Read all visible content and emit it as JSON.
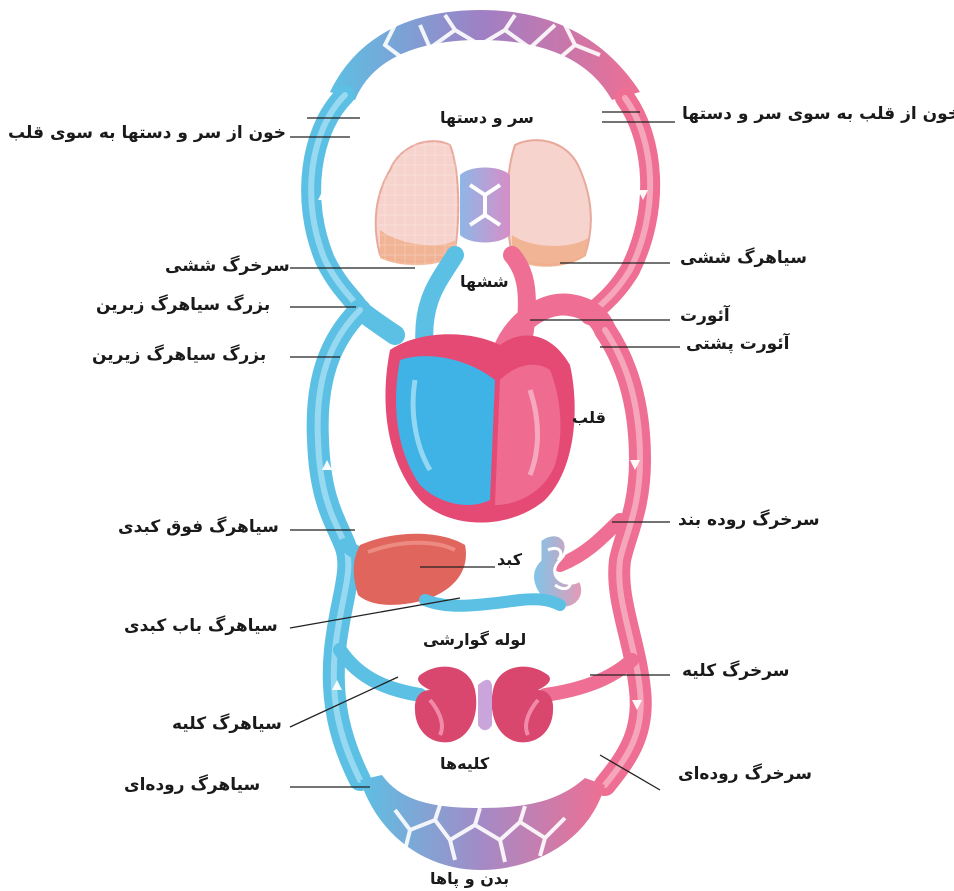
{
  "diagram": {
    "colors": {
      "venous": "#5cc0e4",
      "venous_light": "#9adaf2",
      "arterial": "#ee6f93",
      "arterial_light": "#f5a7bd",
      "capillary_mix": "#b08cc8",
      "lung_pink": "#f6c9c4",
      "lung_orange": "#f3b39a",
      "liver": "#e0655c",
      "kidney": "#d9476f",
      "heart_blue": "#3fb2e6",
      "heart_red": "#e54a75"
    },
    "labels": {
      "head_arms": "سر و دستها",
      "lungs": "ششها",
      "heart": "قلب",
      "liver": "کبد",
      "digestive_tract": "لوله گوارشی",
      "kidneys": "کلیه‌ها",
      "body_legs": "بدن و پاها",
      "blood_to_head": "خون از قلب به سوی سر و دستها",
      "blood_from_head": "خون از سر و دستها به سوی قلب",
      "pulmonary_artery": "سرخرگ ششی",
      "pulmonary_vein": "سیاهرگ ششی",
      "superior_vena_cava": "بزرگ سیاهرگ زبرین",
      "aorta": "آئورت",
      "inferior_vena_cava": "بزرگ سیاهرگ زیرین",
      "dorsal_aorta": "آئورت پشتی",
      "hepatic_vein": "سیاهرگ فوق کبدی",
      "mesenteric_artery": "سرخرگ روده بند",
      "hepatic_portal_vein": "سیاهرگ باب کبدی",
      "renal_artery": "سرخرگ کلیه",
      "renal_vein": "سیاهرگ کلیه",
      "intestinal_artery": "سرخرگ روده‌ای",
      "intestinal_vein": "سیاهرگ روده‌ای"
    }
  }
}
